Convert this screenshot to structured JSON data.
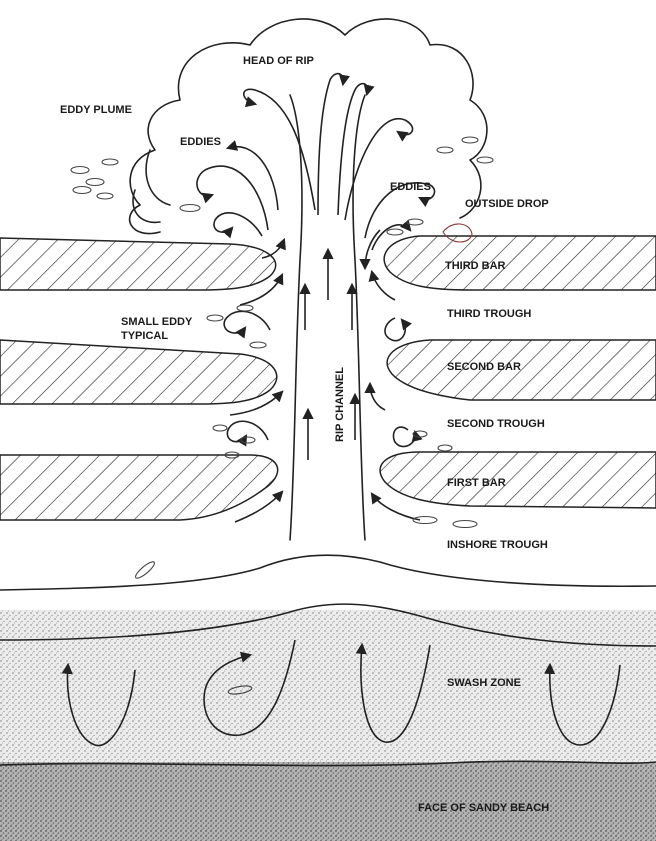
{
  "labels": {
    "head_of_rip": "HEAD OF RIP",
    "eddy_plume": "EDDY PLUME",
    "eddies_left": "EDDIES",
    "eddies_right": "EDDIES",
    "outside_drop": "OUTSIDE DROP",
    "third_bar": "THIRD BAR",
    "third_trough": "THIRD TROUGH",
    "small_eddy_line1": "SMALL EDDY",
    "small_eddy_line2": "TYPICAL",
    "second_bar": "SECOND BAR",
    "second_trough": "SECOND TROUGH",
    "rip_channel": "RIP CHANNEL",
    "first_bar": "FIRST BAR",
    "inshore_trough": "INSHORE TROUGH",
    "swash_zone": "SWASH ZONE",
    "face_of_beach": "FACE OF SANDY BEACH"
  },
  "colors": {
    "line": "#222222",
    "swash_fill": "#e4e4e4",
    "beach_fill": "#a8a8a8",
    "fish_accent": "#8a3a3a"
  }
}
